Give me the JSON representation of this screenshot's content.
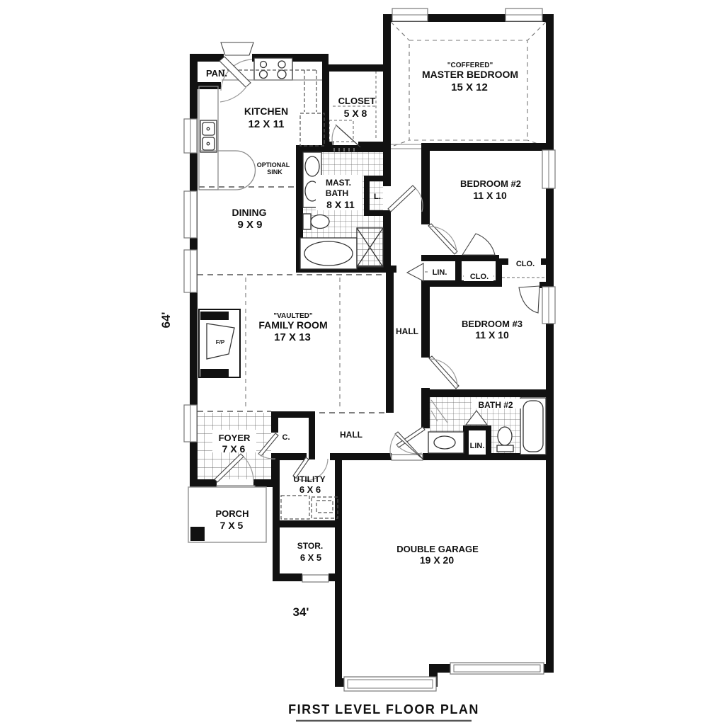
{
  "title": "FIRST LEVEL FLOOR PLAN",
  "dimensions": {
    "width": "34'",
    "depth": "64'"
  },
  "colors": {
    "wall": "#111111",
    "line": "#8a8a8a",
    "paper": "#ffffff"
  },
  "rooms": {
    "pantry": {
      "label": "PAN."
    },
    "kitchen": {
      "label": "KITCHEN",
      "size": "12 X 11"
    },
    "closet": {
      "label": "CLOSET",
      "size": "5 X 8"
    },
    "master_bedroom": {
      "note": "\"COFFERED\"",
      "label": "MASTER BEDROOM",
      "size": "15 X 12"
    },
    "optional_sink": {
      "line1": "OPTIONAL",
      "line2": "SINK"
    },
    "master_bath": {
      "label1": "MAST.",
      "label2": "BATH",
      "size": "8 X 11"
    },
    "linen_small": {
      "label": "L."
    },
    "bedroom2": {
      "label": "BEDROOM #2",
      "size": "11 X 10"
    },
    "dining": {
      "label": "DINING",
      "size": "9 X 9"
    },
    "hall_upper": {
      "label": "HALL"
    },
    "linen": {
      "label": "LIN."
    },
    "closet2": {
      "label": "CLO."
    },
    "closet3": {
      "label": "CLO."
    },
    "family_room": {
      "note": "\"VAULTED\"",
      "label": "FAMILY ROOM",
      "size": "17 X 13"
    },
    "bedroom3": {
      "label": "BEDROOM #3",
      "size": "11 X 10"
    },
    "fireplace": {
      "label": "F/P"
    },
    "foyer": {
      "label": "FOYER",
      "size": "7 X 6"
    },
    "coat": {
      "label": "C."
    },
    "hall_lower": {
      "label": "HALL"
    },
    "bath2": {
      "label": "BATH #2"
    },
    "linen2": {
      "label": "LIN."
    },
    "porch": {
      "label": "PORCH",
      "size": "7 X 5"
    },
    "utility": {
      "label": "UTILITY",
      "size": "6 X 6"
    },
    "storage": {
      "label": "STOR.",
      "size": "6 X 5"
    },
    "garage": {
      "label": "DOUBLE GARAGE",
      "size": "19 X 20"
    }
  }
}
